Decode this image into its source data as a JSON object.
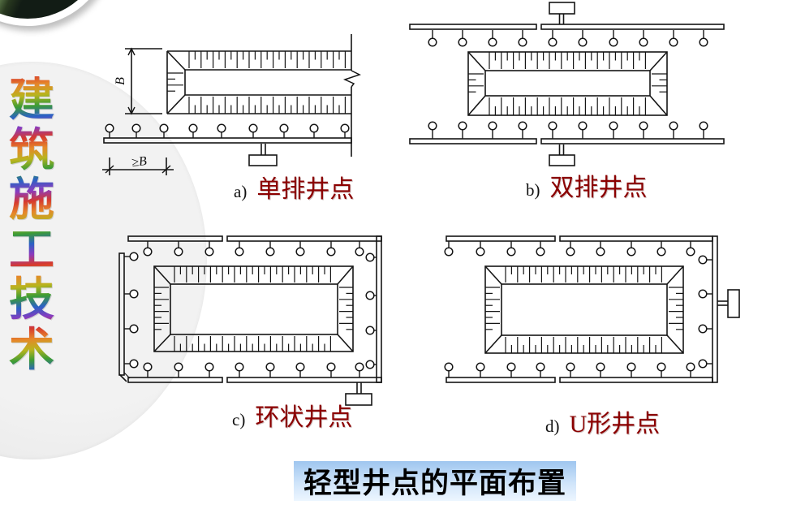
{
  "page": {
    "sidebar_text": "建筑施工技术",
    "caption": "轻型井点的平面布置"
  },
  "diagrams": [
    {
      "id": "a",
      "prefix": "a)",
      "label": "单排井点"
    },
    {
      "id": "b",
      "prefix": "b)",
      "label": "双排井点"
    },
    {
      "id": "c",
      "prefix": "c)",
      "label": "环状井点"
    },
    {
      "id": "d",
      "prefix": "d)",
      "label": "U形井点"
    }
  ],
  "annotations": {
    "width_dim": "B",
    "spacing_dim": "≥B"
  },
  "colors": {
    "label_red": "#8b0000",
    "line_black": "#151515",
    "caption_bg_top": "#9fc6ef",
    "caption_bg_bottom": "#edf6ff"
  }
}
